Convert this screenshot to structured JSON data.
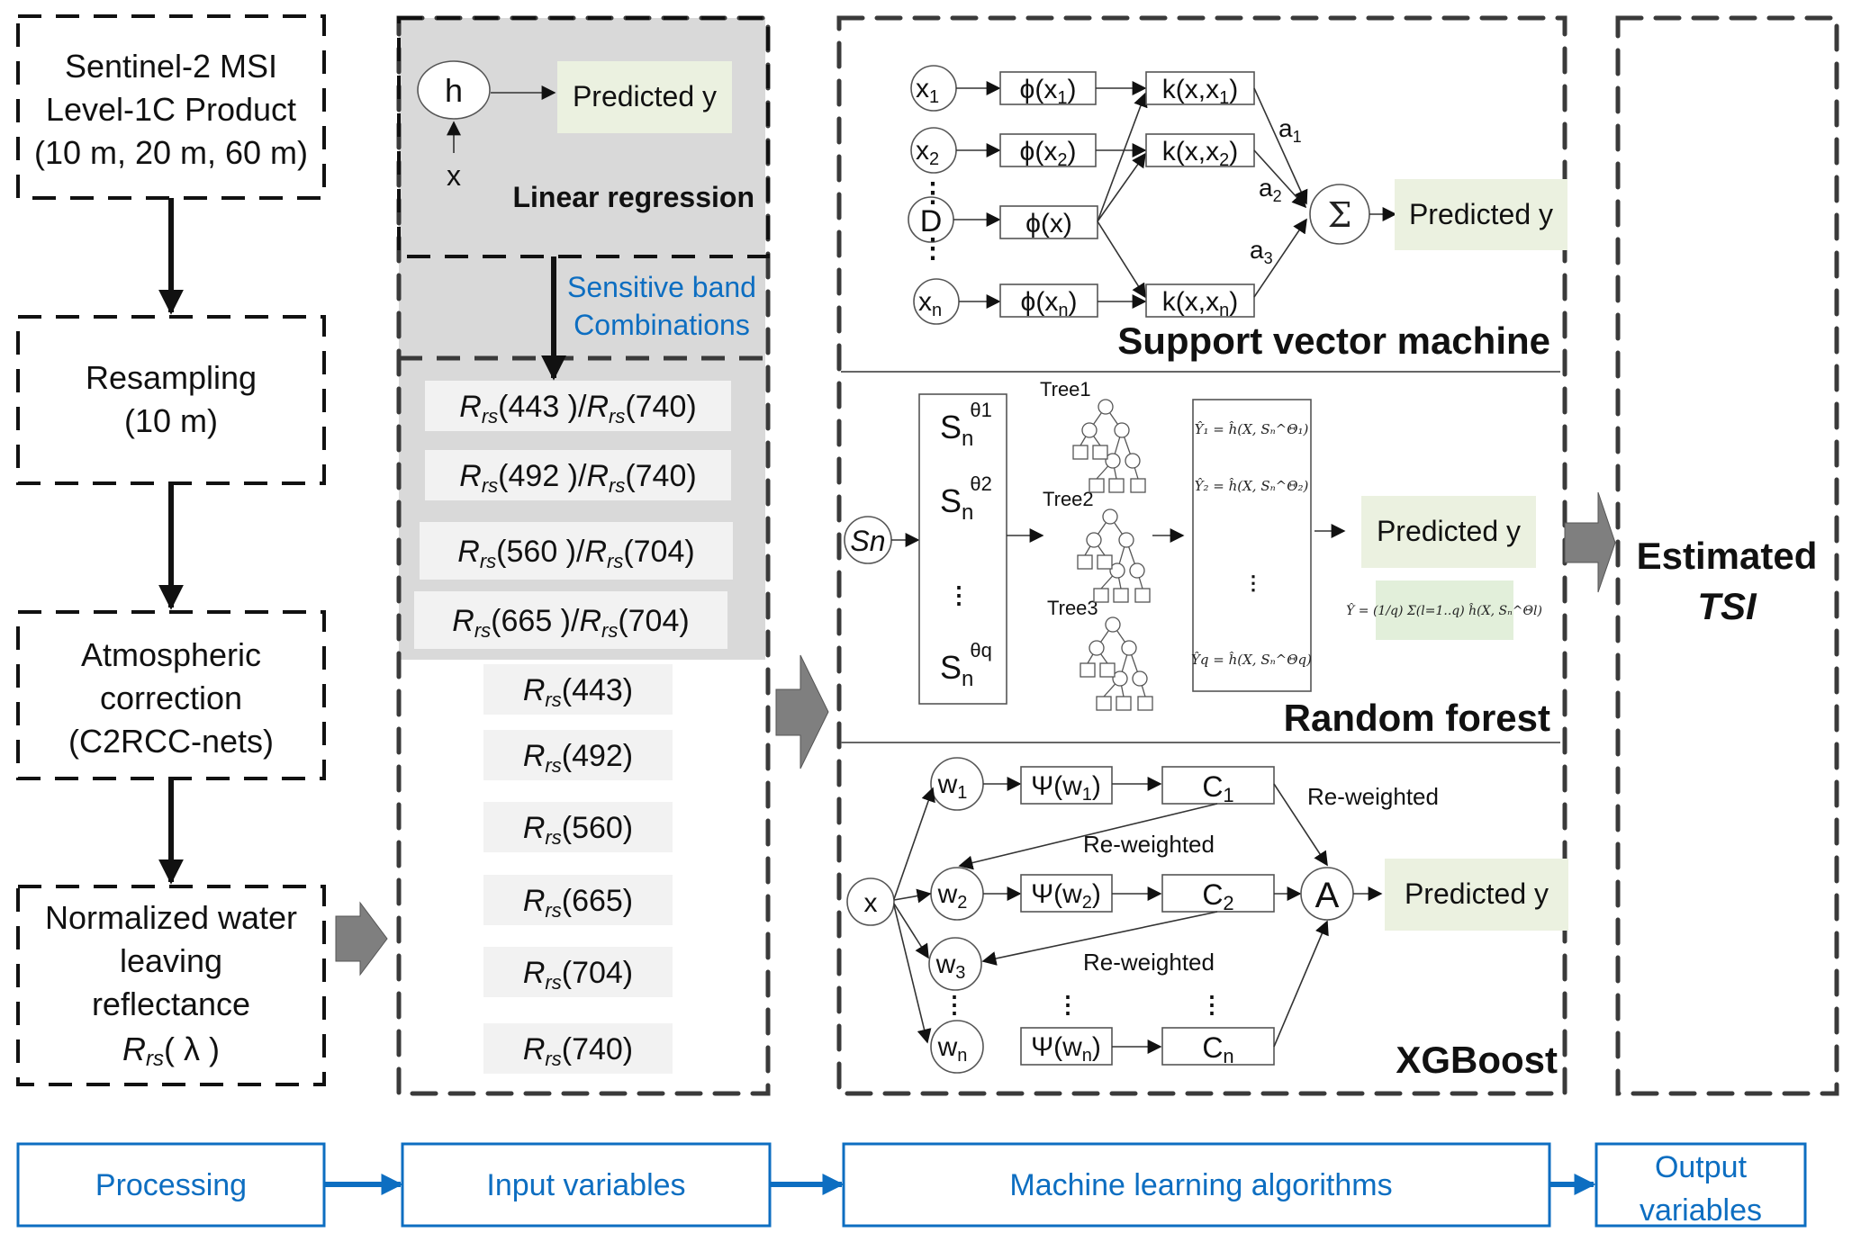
{
  "colors": {
    "accent_blue": "#0d6ec1",
    "predicted_bg": "#ebf1e0",
    "input_gray_bg": "#d9d9d9",
    "input_chip_bg": "#f2f2f2",
    "big_arrow": "#7f7f7f"
  },
  "processing": {
    "steps": [
      {
        "lines": [
          "Sentinel-2 MSI",
          "Level-1C Product",
          "(10 m, 20 m, 60 m)"
        ]
      },
      {
        "lines": [
          "Resampling",
          "(10 m)"
        ]
      },
      {
        "lines": [
          "Atmospheric",
          "correction",
          "(C2RCC-nets)"
        ]
      },
      {
        "lines": [
          "Normalized water",
          "leaving",
          "reflectance"
        ],
        "symbol": {
          "base": "R",
          "sub": "rs",
          "arg": "( λ )"
        }
      }
    ]
  },
  "inputs": {
    "linear_regression": {
      "node": "h",
      "input": "x",
      "output": "Predicted y",
      "title": "Linear regression"
    },
    "link_label": [
      "Sensitive band",
      "Combinations"
    ],
    "band_ratios": [
      {
        "num": "443 ",
        "den": "740"
      },
      {
        "num": "492 ",
        "den": "740"
      },
      {
        "num": "560 ",
        "den": "704"
      },
      {
        "num": "665 ",
        "den": "704"
      }
    ],
    "single_bands": [
      "443",
      "492",
      "560",
      "665",
      "704",
      "740"
    ],
    "symbol_base": "R",
    "symbol_sub": "rs"
  },
  "ml": {
    "svm": {
      "title": "Support vector machine",
      "input_node": "D",
      "x_nodes": [
        {
          "b": "x",
          "s": "1"
        },
        {
          "b": "x",
          "s": "2"
        },
        {
          "b": "x",
          "s": "n"
        }
      ],
      "phi_nodes": [
        {
          "b": "ϕ(x",
          "s": "1",
          ")": ")"
        },
        {
          "b": "ϕ(x",
          "s": "2"
        },
        {
          "b": "ϕ(x",
          "s": "n"
        }
      ],
      "phi_center": "ϕ(x)",
      "kernel_nodes": [
        {
          "b": "k(x,x",
          "s": "1"
        },
        {
          "b": "k(x,x",
          "s": "2"
        },
        {
          "b": "k(x,x",
          "s": "n"
        }
      ],
      "weights": [
        {
          "b": "a",
          "s": "1"
        },
        {
          "b": "a",
          "s": "2"
        },
        {
          "b": "a",
          "s": "3"
        }
      ],
      "sum_node": "Σ",
      "output": "Predicted y",
      "ellipsis": "⋮"
    },
    "rf": {
      "title": "Random forest",
      "input_node": "Sn",
      "subsets": [
        {
          "b": "S",
          "s": "n",
          "sup": "θ1"
        },
        {
          "b": "S",
          "s": "n",
          "sup": "θ2"
        },
        {
          "b": "S",
          "s": "n",
          "sup": "θq"
        }
      ],
      "trees": [
        "Tree1",
        "Tree2",
        "Tree3"
      ],
      "predictions": [
        "Ŷ₁ = ĥ(X, Sₙ^Θ₁)",
        "Ŷ₂ = ĥ(X, Sₙ^Θ₂)",
        "Ŷq = ĥ(X, Sₙ^Θq)"
      ],
      "output": "Predicted y",
      "formula": "Ŷ = (1/q) Σ(l=1..q) ĥ(X, Sₙ^Θl)",
      "ellipsis": "⋮"
    },
    "xgb": {
      "title": "XGBoost",
      "input_node": "x",
      "w_nodes": [
        {
          "b": "w",
          "s": "1"
        },
        {
          "b": "w",
          "s": "2"
        },
        {
          "b": "w",
          "s": "3"
        },
        {
          "b": "w",
          "s": "n"
        }
      ],
      "psi_nodes": [
        {
          "b": "Ψ(w",
          "s": "1"
        },
        {
          "b": "Ψ(w",
          "s": "2"
        },
        {
          "b": "Ψ(w",
          "s": "n"
        }
      ],
      "c_nodes": [
        {
          "b": "C",
          "s": "1"
        },
        {
          "b": "C",
          "s": "2"
        },
        {
          "b": "C",
          "s": "n"
        }
      ],
      "reweight_label": "Re-weighted",
      "agg_node": "A",
      "output": "Predicted y",
      "ellipsis": "⋮"
    }
  },
  "output": {
    "line1": "Estimated",
    "line2": "TSI"
  },
  "stages": [
    "Processing",
    "Input variables",
    "Machine learning algorithms",
    [
      "Output",
      "variables"
    ]
  ]
}
